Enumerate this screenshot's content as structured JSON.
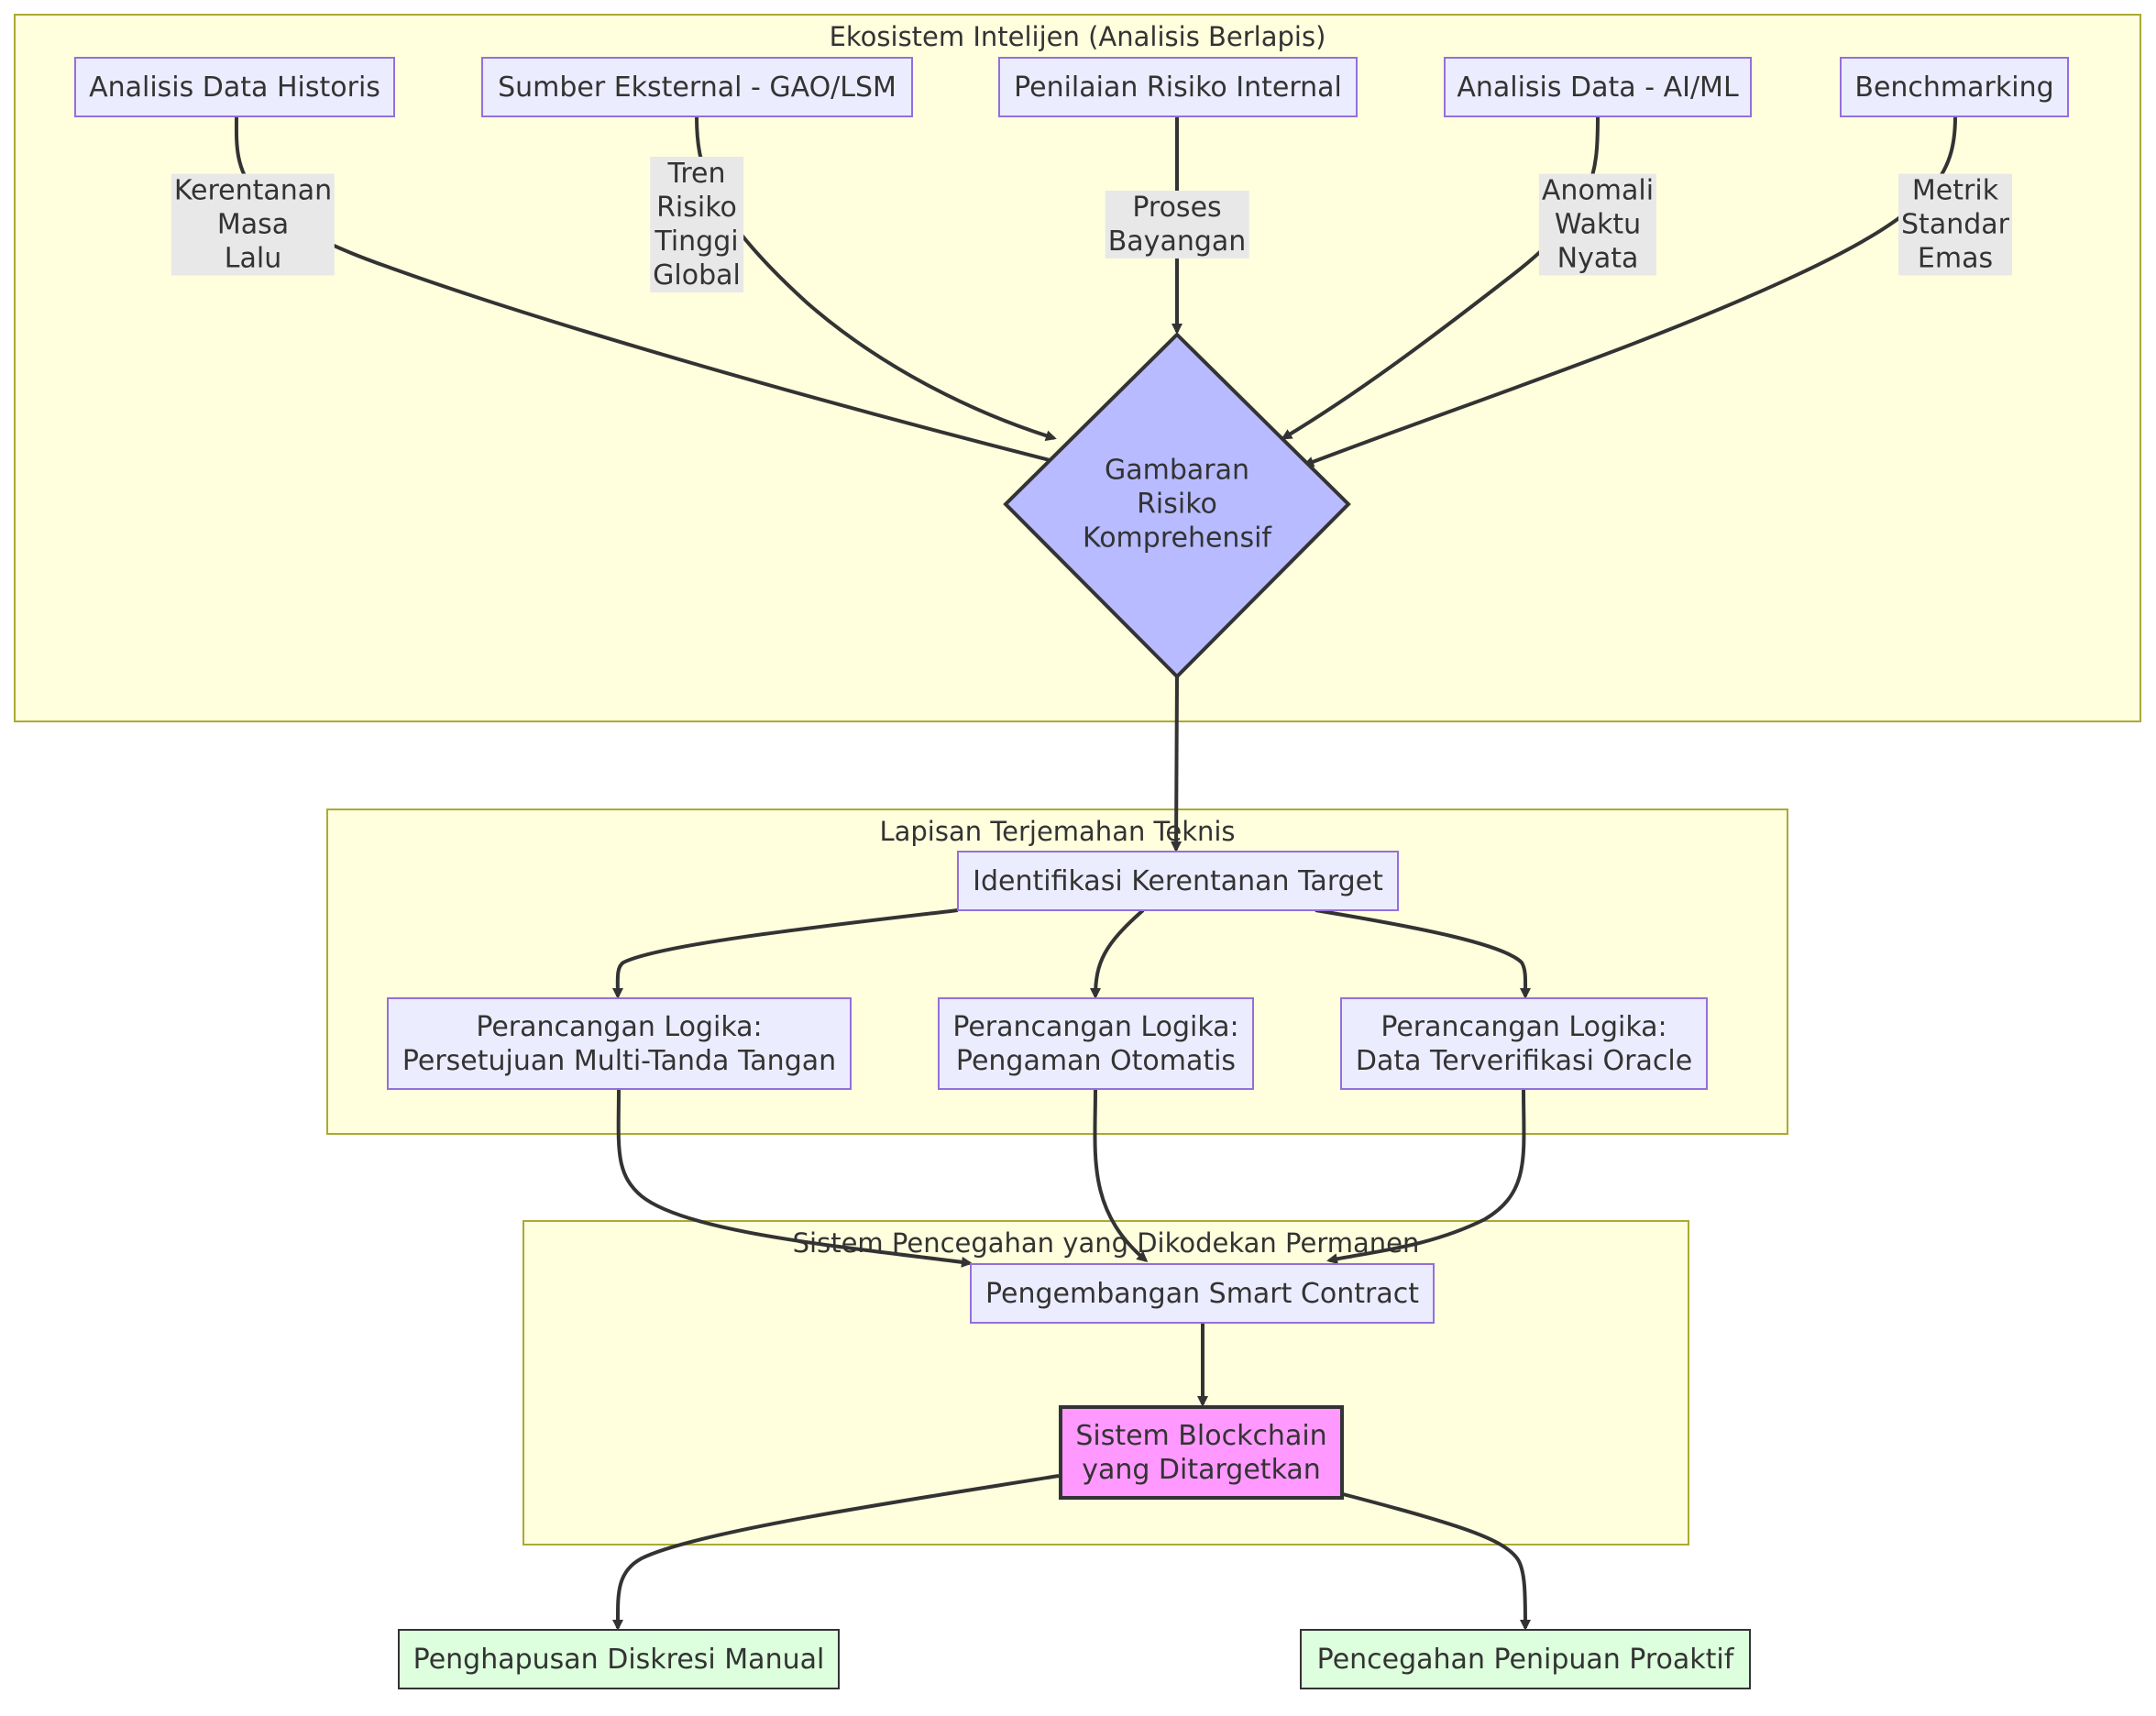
{
  "clusters": {
    "intel": "Ekosistem Intelijen (Analisis Berlapis)",
    "tech": "Lapisan Terjemahan Teknis",
    "prevent": "Sistem Pencegahan yang Dikodekan Permanen"
  },
  "nodes": {
    "historis": "Analisis Data Historis",
    "eksternal": "Sumber Eksternal - GAO/LSM",
    "internal": "Penilaian Risiko Internal",
    "aiml": "Analisis Data - AI/ML",
    "bench": "Benchmarking",
    "gambaran": "Gambaran\nRisiko\nKomprehensif",
    "identifikasi": "Identifikasi Kerentanan Target",
    "multisig": "Perancangan Logika:\nPersetujuan Multi-Tanda Tangan",
    "otomatis": "Perancangan Logika:\nPengaman Otomatis",
    "oracle": "Perancangan Logika:\nData Terverifikasi Oracle",
    "smart": "Pengembangan Smart Contract",
    "blockchain": "Sistem Blockchain\nyang Ditargetkan",
    "manual": "Penghapusan Diskresi Manual",
    "proaktif": "Pencegahan Penipuan Proaktif"
  },
  "edge_labels": {
    "historis": "Kerentanan\nMasa\nLalu",
    "eksternal": "Tren\nRisiko\nTinggi\nGlobal",
    "internal": "Proses\nBayangan",
    "aiml": "Anomali\nWaktu\nNyata",
    "bench": "Metrik\nStandar\nEmas"
  },
  "colors": {
    "cluster_fill": "#ffffde",
    "cluster_border": "#aaaa33",
    "node_fill": "#ececff",
    "node_border": "#9370db",
    "decision_fill": "#b8bbff",
    "target_fill": "#ff99ff",
    "outcome_fill": "#ddffdd",
    "edge": "#333333",
    "edge_label_bg": "#e8e8e8"
  }
}
